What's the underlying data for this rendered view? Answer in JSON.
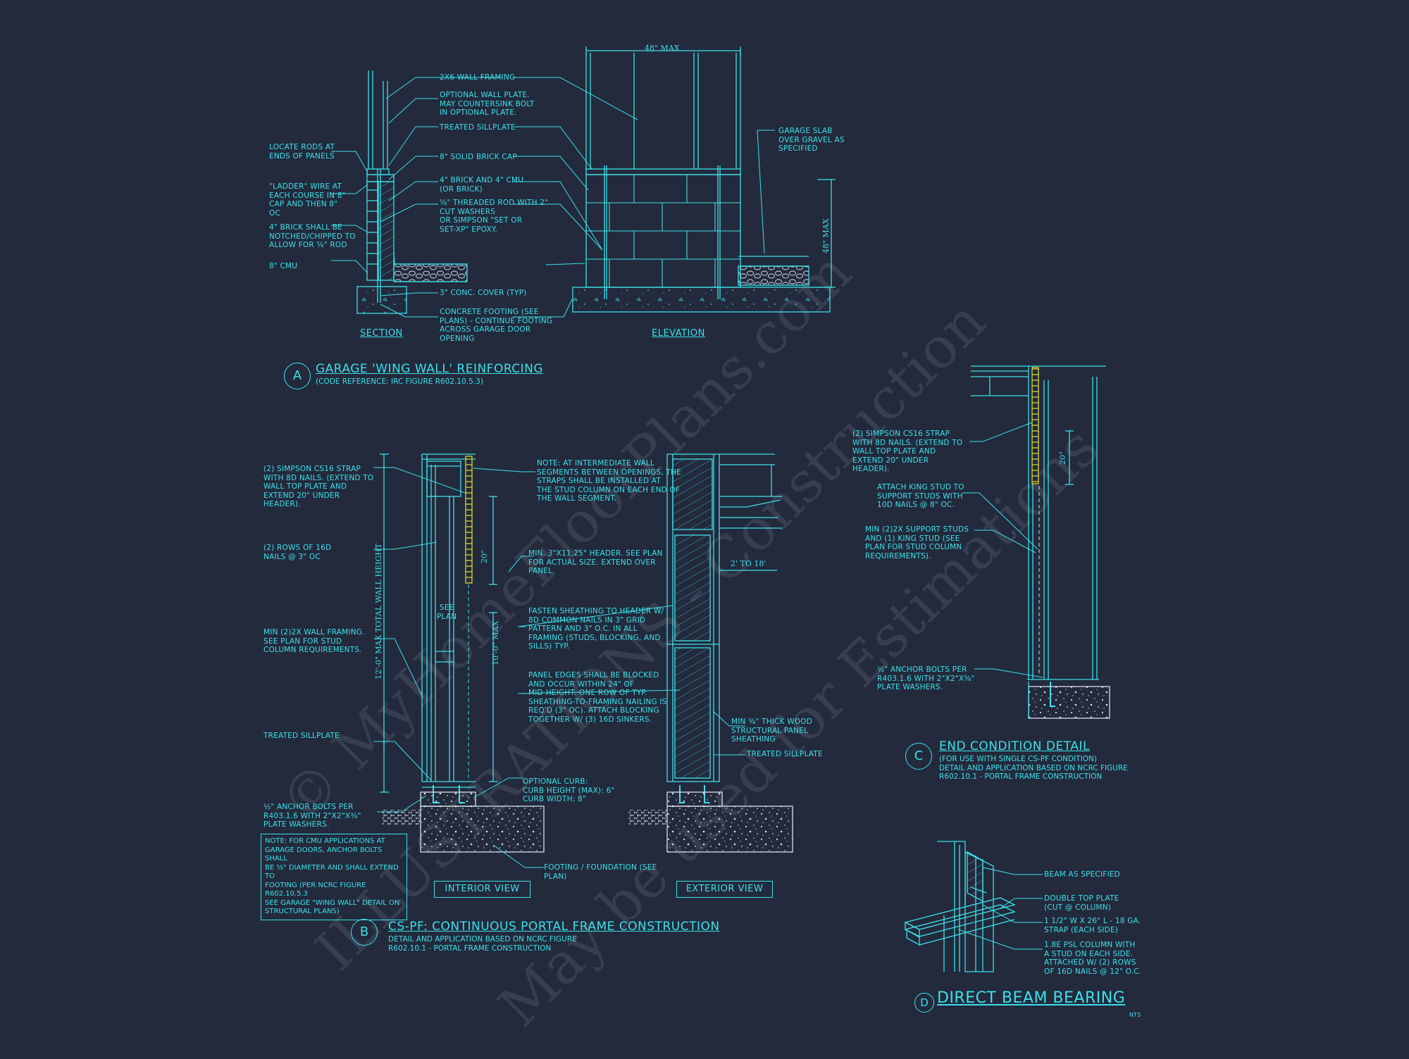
{
  "detail_a": {
    "tag": "A",
    "title": "GARAGE 'WING WALL' REINFORCING",
    "subtitle": "(CODE REFERENCE: IRC FIGURE R602.10.5.3)",
    "section_label": "SECTION",
    "elevation_label": "ELEVATION",
    "dim_top": "48\" MAX",
    "dim_side": "48\" MAX",
    "callouts": {
      "framing": "2x6 WALL FRAMING",
      "optional_plate": "OPTIONAL WALL PLATE.\nMAY COUNTERSINK BOLT\nIN OPTIONAL PLATE.",
      "sillplate": "TREATED SILLPLATE",
      "brick_cap": "8\" SOLID BRICK CAP",
      "brick_cmu": "4\" BRICK AND 4\" CMU\n(OR BRICK)",
      "threaded_rod": "⅝\" THREADED ROD WITH 2\"\nCUT WASHERS\nOR SIMPSON \"SET OR\nSET-XP\" EPOXY.",
      "conc_cover": "3\" CONC. COVER (TYP)",
      "footing": "CONCRETE FOOTING (SEE\nPLANS) - CONTINUE FOOTING\nACROSS GARAGE DOOR\nOPENING",
      "locate_rods": "LOCATE RODS AT\nENDS OF PANELS",
      "ladder_wire": "\"LADDER\" WIRE AT\nEACH COURSE IN 8\"\nCAP AND THEN 8\"\nOC",
      "brick_notched": "4\" BRICK SHALL BE\nNOTCHED/CHIPPED TO\nALLOW FOR ⅝\" ROD",
      "cmu": "8\" CMU",
      "garage_slab": "GARAGE SLAB\nOVER GRAVEL AS\nSPECIFIED"
    }
  },
  "detail_b": {
    "tag": "B",
    "title": "CS-PF: CONTINUOUS PORTAL FRAME CONSTRUCTION",
    "subtitle": "DETAIL AND APPLICATION BASED ON NCRC FIGURE\nR602.10.1 - PORTAL FRAME CONSTRUCTION",
    "interior_view": "INTERIOR VIEW",
    "exterior_view": "EXTERIOR VIEW",
    "dim_12": "12'-0\" MAX TOTAL WALL HEIGHT",
    "dim_10": "10'-0\" MAX",
    "dim_20": "20\"",
    "dim_2to18": "2' TO 18'",
    "see_plan": "SEE\nPLAN",
    "callouts": {
      "strap": "(2) SIMPSON CS16 STRAP\nWITH 8d NAILS. (EXTEND TO\nWALL TOP PLATE AND\nEXTEND 20\" UNDER\nHEADER).",
      "rows_nails": "(2) ROWS OF 16d\nNAILS @ 3\" OC",
      "min_framing": "MIN (2)2X WALL FRAMING.\nSEE PLAN FOR STUD\nCOLUMN REQUIREMENTS.",
      "sillplate": "TREATED SILLPLATE",
      "anchor_bolts": "½\" ANCHOR BOLTS PER\nR403.1.6 WITH 2\"x2\"x⅜\"\nPLATE WASHERS.",
      "cmu_note": "NOTE: FOR CMU APPLICATIONS AT\nGARAGE DOORS, ANCHOR BOLTS SHALL\nBE ⅝\" DIAMETER AND SHALL EXTEND TO\nFOOTING (PER NCRC FIGURE R602.10.5.3\nSEE GARAGE \"WING WALL\" DETAIL ON\nSTRUCTURAL PLANS)",
      "intermediate_note": "NOTE: AT INTERMEDIATE WALL\nSEGMENTS BETWEEN OPENINGS, THE\nSTRAPS SHALL BE INSTALLED AT\nTHE STUD COLUMN ON EACH END OF\nTHE WALL SEGMENT.",
      "header": "MIN. 3\"x11.25\" HEADER. SEE PLAN\nFOR ACTUAL SIZE. EXTEND OVER\nPANEL.",
      "fasten": "FASTEN SHEATHING TO HEADER W/\n8d COMMON NAILS IN 3\" GRID\nPATTERN AND 3\" O.C. IN ALL\nFRAMING (STUDS, BLOCKING, AND\nSILLS) TYP.",
      "panel_edges": "PANEL EDGES SHALL BE BLOCKED\nAND OCCUR WITHIN 24\" OF\nMID-HEIGHT.  ONE ROW OF TYP.\nSHEATHING-TO-FRAMING NAILING IS\nREQ'D (3\" OC).  ATTACH BLOCKING\nTOGETHER W/ (3) 16d SINKERS.",
      "curb": "OPTIONAL CURB:\nCURB HEIGHT (MAX): 6\"\nCURB WIDTH: 8\"",
      "footing": "FOOTING / FOUNDATION (SEE\nPLAN)",
      "sheathing": "MIN ⅜\" THICK WOOD\nSTRUCTURAL PANEL\nSHEATHING",
      "ext_sillplate": "TREATED SILLPLATE"
    }
  },
  "detail_c": {
    "tag": "C",
    "title": "END CONDITION DETAIL",
    "subtitle": "(FOR USE WITH SINGLE CS-PF CONDITION)\nDETAIL AND APPLICATION BASED ON NCRC FIGURE\nR602.10.1 - PORTAL FRAME CONSTRUCTION",
    "dim_20": "20\"",
    "callouts": {
      "strap": "(2) SIMPSON CS16 STRAP\nWITH 8d NAILS. (EXTEND TO\nWALL TOP PLATE AND\nEXTEND 20\" UNDER\nHEADER).",
      "king_stud": "ATTACH KING STUD TO\nSUPPORT STUDS WITH\n10d NAILS @ 8\" OC.",
      "support_studs": "MIN (2)2X SUPPORT STUDS\nAND (1) KING STUD (SEE\nPLAN FOR STUD COLUMN\nREQUIREMENTS).",
      "anchor_bolts": "½\" ANCHOR BOLTS PER\nR403.1.6 WITH 2\"x2\"x⅜\"\nPLATE WASHERS."
    }
  },
  "detail_d": {
    "tag": "D",
    "title": "DIRECT BEAM BEARING",
    "nts": "NTS",
    "callouts": {
      "beam": "BEAM AS SPECIFIED",
      "top_plate": "DOUBLE TOP PLATE\n(CUT @ COLUMN)",
      "strap": "1 1/2\" W x 26\" L - 18 GA.\nSTRAP (EACH SIDE)",
      "column": "1.8E PSL COLUMN WITH\nA STUD ON EACH SIDE.\nATTACHED W/ (2) ROWS\nOF 16d NAILS @ 12\" O.C."
    }
  },
  "watermark": {
    "line1": "© MyHomeFloorPlans.com",
    "line2": "ILLUSTRATIONS - Construction",
    "line3": "May be used for Estimations"
  },
  "colors": {
    "background": "#222a3c",
    "linework": "#3de0e8",
    "strap": "#e6e030",
    "watermark": "#bec8d7"
  }
}
